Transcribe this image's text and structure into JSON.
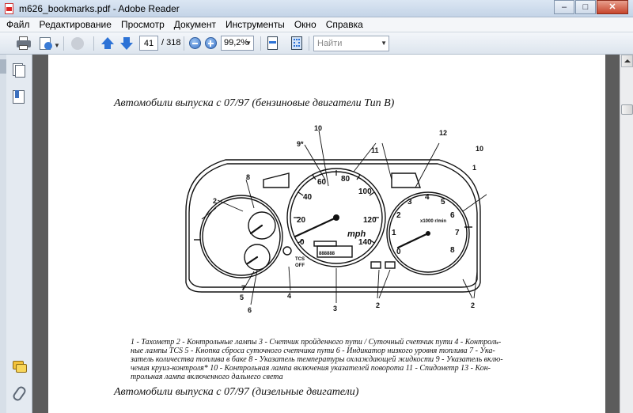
{
  "window": {
    "title": "m626_bookmarks.pdf - Adobe Reader",
    "minimize": "‒",
    "maximize": "□",
    "close": "✕"
  },
  "menu": [
    "Файл",
    "Редактирование",
    "Просмотр",
    "Документ",
    "Инструменты",
    "Окно",
    "Справка"
  ],
  "toolbar": {
    "page_current": "41",
    "page_total": "/ 318",
    "zoom": "99,2%",
    "search_placeholder": "Найти",
    "icons": [
      "print-icon",
      "edit-icon",
      "hand-icon",
      "prev-page-icon",
      "next-page-icon",
      "zoom-out-icon",
      "zoom-in-icon",
      "fit-page-icon",
      "fit-width-icon"
    ]
  },
  "sidebar": {
    "icons": [
      "pages-icon",
      "bookmarks-icon",
      "comment-icon",
      "attach-icon"
    ]
  },
  "document": {
    "heading_petrol": "Автомобили выпуска с 07/97 (бензиновые двигатели Тип В)",
    "heading_diesel": "Автомобили выпуска с 07/97 (дизельные двигатели)",
    "caption_lines": [
      "1 - Тахометр 2 - Контрольные лампы 3 - Счетчик пройденного пути / Суточный счетчик пути 4 - Контроль-",
      "ные лампы TCS 5 - Кнопка сброса суточного счетчика пути 6 - Индикатор низкого уровня топлива 7 - Ука-",
      "затель количества топлива в баке 8 - Указатель температуры охлаждающей жидкости 9 - Указатель вклю-",
      "чения круиз-контроля* 10 - Контрольная лампа включения указателей поворота 11 - Спидометр 13 - Кон-",
      "трольная лампа включенного дальнего света"
    ],
    "figure_labels": {
      "n1": "1",
      "n2": "2",
      "n3": "3",
      "n4": "4",
      "n5": "5",
      "n6": "6",
      "n7": "7",
      "n8": "8",
      "n9": "9*",
      "n10": "10",
      "n11": "11",
      "n12": "12",
      "speedo_unit": "mph",
      "speedo_ticks": [
        "0",
        "20",
        "40",
        "60",
        "80",
        "100",
        "120",
        "140"
      ],
      "tacho_ticks": [
        "0",
        "1",
        "2",
        "3",
        "4",
        "5",
        "6",
        "7",
        "8"
      ],
      "tacho_unit": "x1000 r/min",
      "tcs_label": "TCS",
      "off_label": "OFF",
      "odometer": "888888"
    }
  },
  "colors": {
    "accent": "#2c72d6",
    "doc_background": "#5c5c5c"
  }
}
